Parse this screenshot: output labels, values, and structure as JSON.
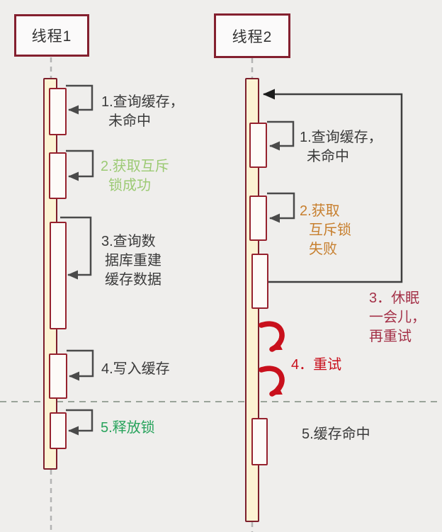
{
  "colors": {
    "background": "#efeeec",
    "box_border": "#84202f",
    "main_bar_fill": "#fcf3d3",
    "activation_fill": "#fdfbf8",
    "call_line": "#4a4a4a",
    "lifeline": "#b3b3b3",
    "divider": "#9aa49a",
    "light_green": "#9cca74",
    "green": "#28a35c",
    "orange": "#c77f2e",
    "dark_red": "#a43148",
    "red": "#c9101c",
    "text": "#3a3a3a"
  },
  "threads": [
    {
      "title": "线程1",
      "steps": [
        {
          "lines": [
            "1.查询缓存，",
            "未命中"
          ]
        },
        {
          "lines": [
            "2.获取互斥",
            "锁成功"
          ]
        },
        {
          "lines": [
            "3.查询数",
            "据库重建",
            "缓存数据"
          ]
        },
        {
          "lines": [
            "4.写入缓存"
          ]
        },
        {
          "lines": [
            "5.释放锁"
          ]
        }
      ]
    },
    {
      "title": "线程2",
      "steps": [
        {
          "lines": [
            "1.查询缓存，",
            "未命中"
          ]
        },
        {
          "lines": [
            "2.获取",
            "互斥锁",
            "失败"
          ]
        },
        {
          "lines": [
            "3．休眠",
            "一会儿，",
            "再重试"
          ]
        },
        {
          "lines": [
            "4．重试"
          ]
        },
        {
          "lines": [
            "5.缓存命中"
          ]
        }
      ]
    }
  ]
}
